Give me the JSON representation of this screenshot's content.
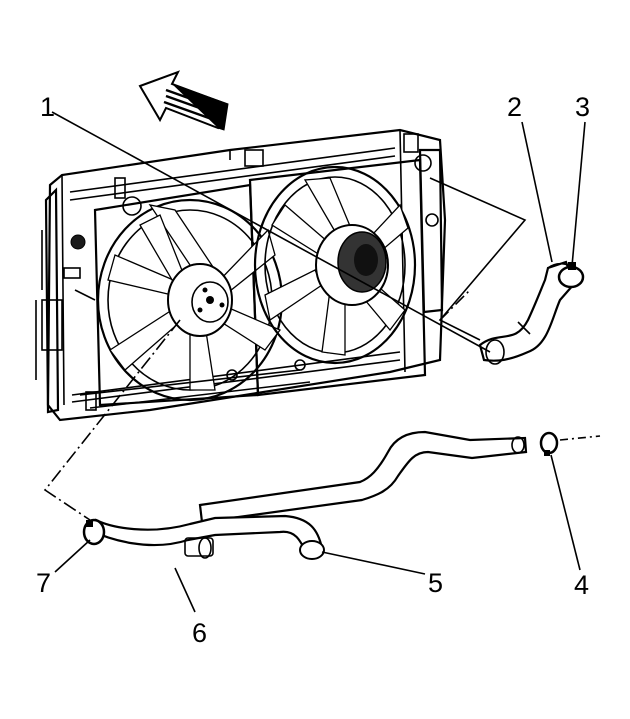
{
  "callouts": [
    {
      "id": "1",
      "text": "1"
    },
    {
      "id": "2",
      "text": "2"
    },
    {
      "id": "3",
      "text": "3"
    },
    {
      "id": "4",
      "text": "4"
    },
    {
      "id": "5",
      "text": "5"
    },
    {
      "id": "6",
      "text": "6"
    },
    {
      "id": "7",
      "text": "7"
    }
  ],
  "icons": {
    "direction_arrow": "front-direction-arrow-icon"
  }
}
